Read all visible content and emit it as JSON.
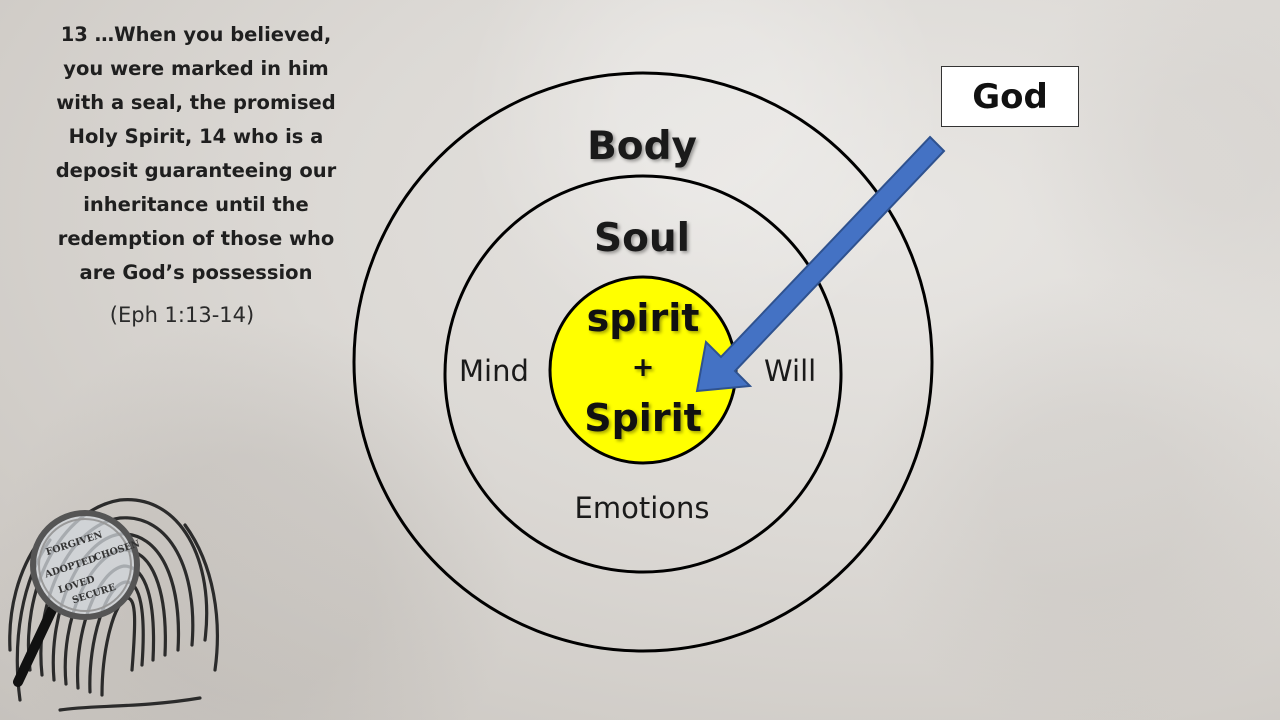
{
  "verse": {
    "text": "13 …When you believed,\nyou were marked in him\nwith a seal, the promised\nHoly Spirit, 14 who is a\ndeposit guaranteeing our\ninheritance until the\nredemption of those who\nare God’s possession",
    "reference": "(Eph 1:13-14)"
  },
  "diagram": {
    "god_label": "God",
    "outer_ring_label": "Body",
    "middle_ring_label": "Soul",
    "soul_faculties": {
      "left": "Mind",
      "right": "Will",
      "bottom": "Emotions"
    },
    "core": {
      "top": "spirit",
      "joiner": "+",
      "bottom": "Spirit"
    },
    "colors": {
      "core_fill": "#ffff00",
      "arrow_fill": "#4472c4",
      "ring_stroke": "#000000"
    },
    "arrow": {
      "from": "God",
      "to": "spirit"
    }
  },
  "decoration": {
    "fingerprint_words": [
      "FORGIVEN",
      "ADOPTED",
      "CHOSEN",
      "LOVED",
      "SECURE"
    ],
    "icons": [
      "fingerprint-icon",
      "magnifying-glass-icon"
    ]
  }
}
